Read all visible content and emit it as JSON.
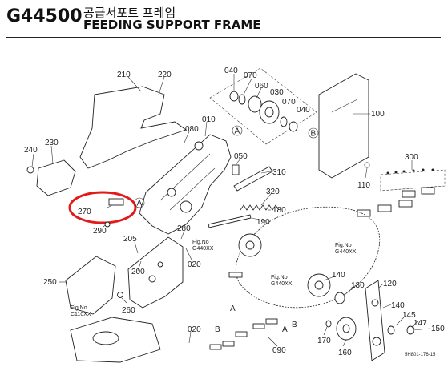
{
  "header": {
    "part_code": "G44500",
    "title_korean": "공급서포트 프레임",
    "title_english": "FEEDING SUPPORT FRAME"
  },
  "part_labels": [
    "210",
    "220",
    "040",
    "070",
    "060",
    "030",
    "070",
    "040",
    "100",
    "080",
    "010",
    "240",
    "230",
    "050",
    "310",
    "300",
    "110",
    "270",
    "320",
    "180",
    "290",
    "190",
    "280",
    "205",
    "200",
    "020",
    "250",
    "260",
    "140",
    "130",
    "120",
    "140",
    "145",
    "147",
    "150",
    "170",
    "160",
    "020",
    "090"
  ],
  "circle_markers": [
    "A",
    "B",
    "A"
  ],
  "chain_markers": [
    "A",
    "B",
    "A",
    "B"
  ],
  "figure_refs": [
    {
      "line1": "Fig.No",
      "line2": "G440XX"
    },
    {
      "line1": "Fig.No",
      "line2": "G440XX"
    },
    {
      "line1": "Fig.No",
      "line2": "G440XX"
    },
    {
      "line1": "Fig.No",
      "line2": "C110XX"
    }
  ],
  "drawing_number": "5H801-176-15",
  "highlight_color": "#e11b1b"
}
